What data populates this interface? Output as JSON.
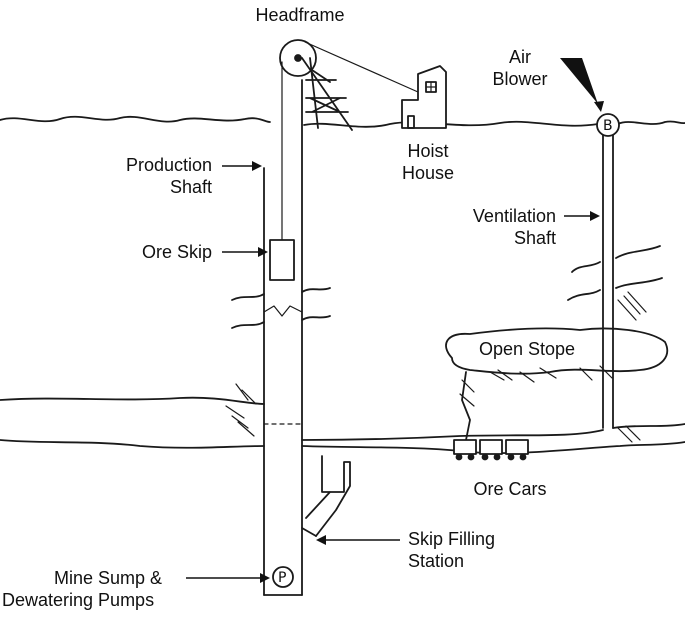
{
  "diagram": {
    "labels": {
      "headframe": "Headframe",
      "air_blower_line1": "Air",
      "air_blower_line2": "Blower",
      "production_line1": "Production",
      "production_line2": "Shaft",
      "hoist_line1": "Hoist",
      "hoist_line2": "House",
      "ventilation_line1": "Ventilation",
      "ventilation_line2": "Shaft",
      "ore_skip": "Ore Skip",
      "open_stope": "Open Stope",
      "ore_cars": "Ore Cars",
      "skip_filling_line1": "Skip Filling",
      "skip_filling_line2": "Station",
      "mine_sump_line1": "Mine Sump &",
      "mine_sump_line2": "Dewatering Pumps"
    },
    "symbols": {
      "blower": "B",
      "pump": "P"
    }
  }
}
